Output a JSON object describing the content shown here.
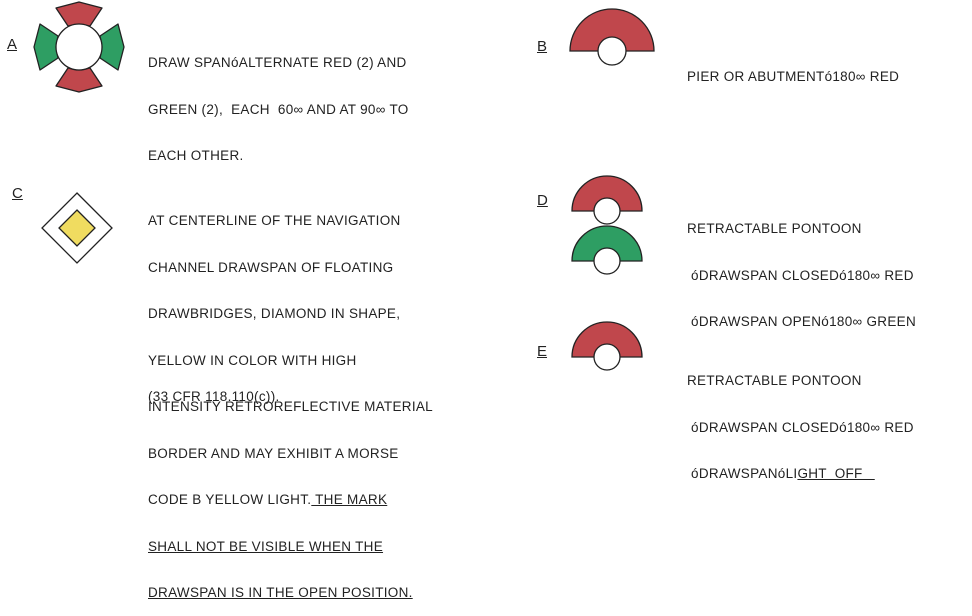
{
  "colors": {
    "red": "#c0474c",
    "green": "#2e9e63",
    "yellow": "#f0dc60",
    "stroke": "#222222"
  },
  "items": {
    "a": {
      "letter": "A",
      "lines": [
        "DRAW SPANóALTERNATE RED (2) AND",
        "GREEN (2),  EACH  60∞ AND AT 90∞ TO",
        "EACH OTHER."
      ]
    },
    "b": {
      "letter": "B",
      "lines": [
        "PIER OR ABUTMENTó180∞ RED"
      ]
    },
    "c": {
      "letter": "C",
      "lines": [
        "AT CENTERLINE OF THE NAVIGATION",
        "CHANNEL DRAWSPAN OF FLOATING",
        "DRAWBRIDGES, DIAMOND IN SHAPE,",
        "YELLOW IN COLOR WITH HIGH",
        "INTENSITY RETROREFLECTIVE MATERIAL",
        "BORDER AND MAY EXHIBIT A MORSE",
        "CODE B YELLOW LIGHT."
      ],
      "underlined_tail": " THE MARK",
      "underlined_lines": [
        "SHALL NOT BE VISIBLE WHEN THE",
        "DRAWSPAN IS IN THE OPEN POSITION."
      ],
      "citation": "(33 CFR 118.110(c))."
    },
    "d": {
      "letter": "D",
      "lines": [
        "RETRACTABLE PONTOON",
        " óDRAWSPAN CLOSEDó180∞ RED",
        " óDRAWSPAN OPENó180∞ GREEN"
      ]
    },
    "e": {
      "letter": "E",
      "lines": [
        "RETRACTABLE PONTOON",
        " óDRAWSPAN CLOSEDó180∞ RED"
      ],
      "last_prefix": " óDRAWSPANóLI",
      "last_underlined": "GHT  OFF   "
    }
  }
}
